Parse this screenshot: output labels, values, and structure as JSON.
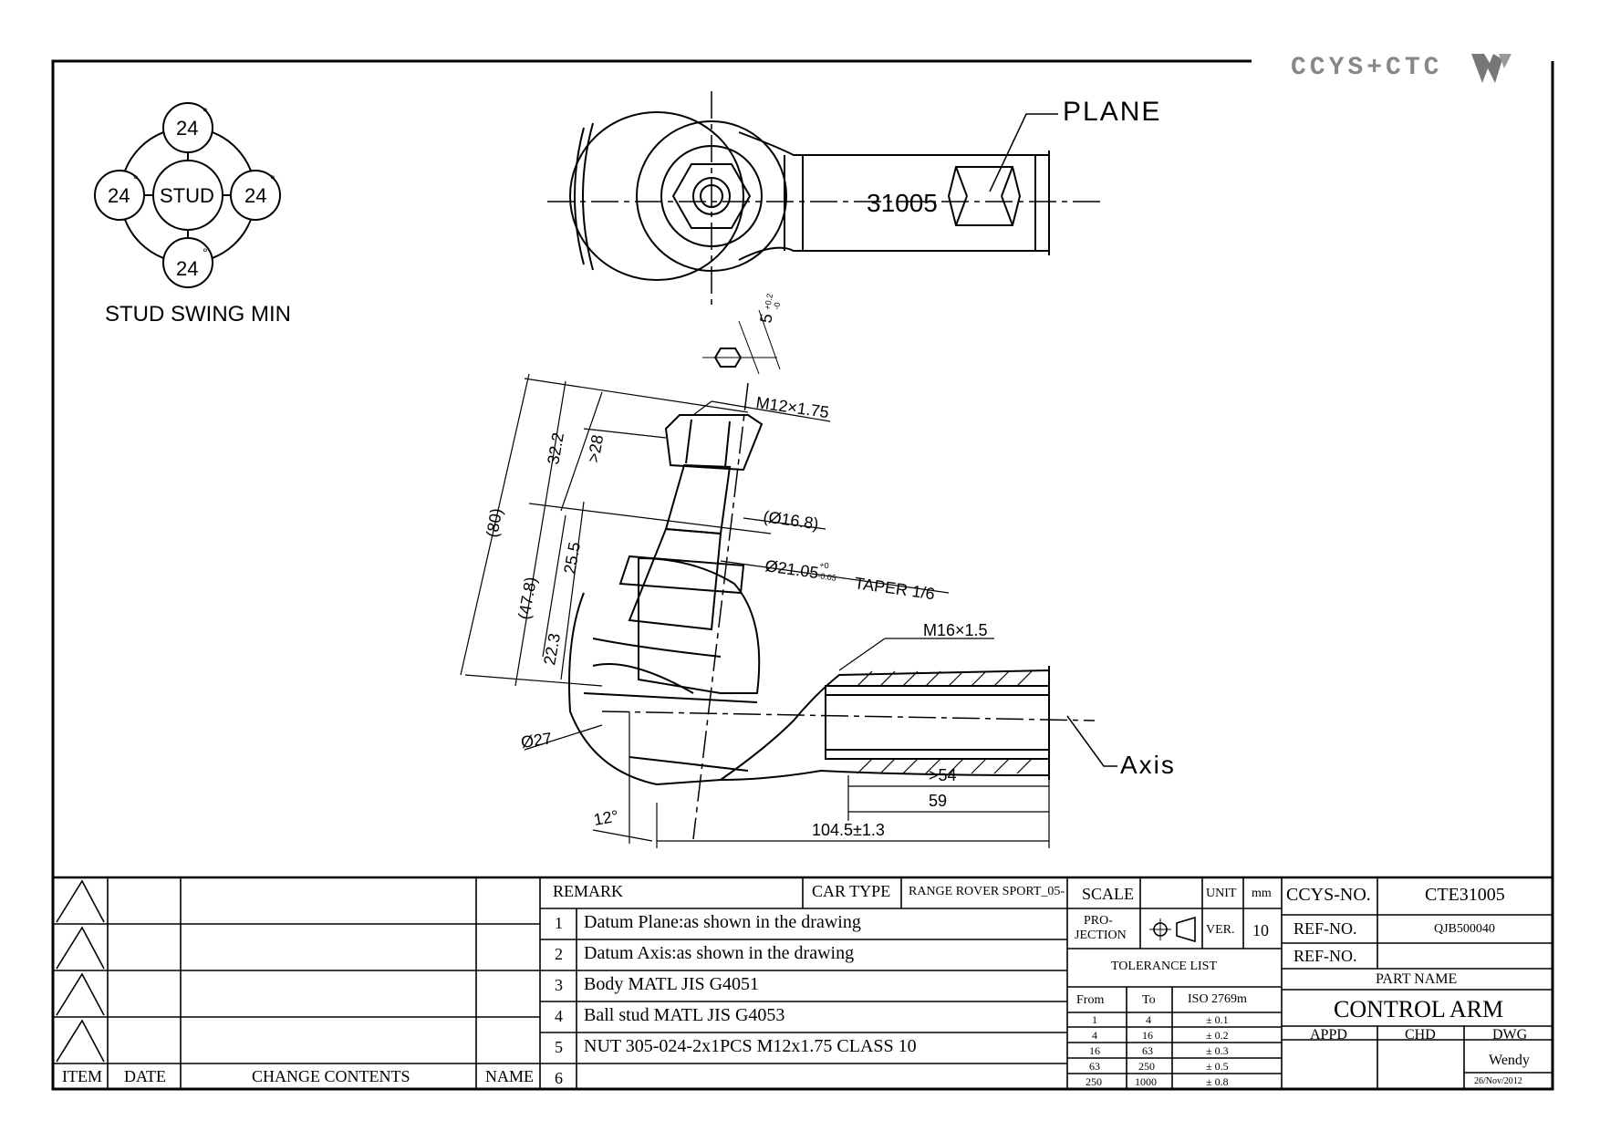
{
  "logo": {
    "text": "CCYS+CTC"
  },
  "swing": {
    "top": "24",
    "left": "24",
    "right": "24",
    "bottom": "24",
    "degree": "°",
    "center": "STUD",
    "caption": "STUD SWING MIN"
  },
  "labels": {
    "plane": "PLANE",
    "part_code": "31005",
    "axis": "Axis",
    "thread_small": "M12×1.75",
    "thread_big": "M16×1.5",
    "dia_16": "(Ø16.8)",
    "taper": "Ø21.05",
    "taper_tol_up": "+0",
    "taper_tol_dn": "-0.05",
    "taper_text": "TAPER 1/6",
    "dia_27": "Ø27",
    "hex": "5",
    "hex_tol_up": "+0.2",
    "hex_tol_dn": "-0",
    "dim_80": "(80)",
    "dim_478": "(47.8)",
    "dim_322": "32.2",
    "dim_28": ">28",
    "dim_255": "25.5",
    "dim_223": "22.3",
    "dim_54": ">54",
    "dim_59": "59",
    "dim_1045": "104.5±1.3",
    "angle_12": "12°"
  },
  "change_table": {
    "headers": {
      "item": "ITEM",
      "date": "DATE",
      "contents": "CHANGE CONTENTS",
      "name": "NAME"
    }
  },
  "remarks": {
    "header": "REMARK",
    "car_type_label": "CAR TYPE",
    "car_type_value": "RANGE ROVER SPORT_05-",
    "rows": [
      {
        "no": "1",
        "text": "Datum Plane:as shown in the drawing"
      },
      {
        "no": "2",
        "text": "Datum Axis:as shown in the drawing"
      },
      {
        "no": "3",
        "text": "Body MATL JIS G4051"
      },
      {
        "no": "4",
        "text": "Ball stud MATL JIS G4053"
      },
      {
        "no": "5",
        "text": "NUT 305-024-2x1PCS M12x1.75 CLASS 10"
      },
      {
        "no": "6",
        "text": ""
      }
    ]
  },
  "spec": {
    "scale_label": "SCALE",
    "scale_value": "",
    "unit_label": "UNIT",
    "unit_value": "mm",
    "projection_label_1": "PRO-",
    "projection_label_2": "JECTION",
    "ver_label": "VER.",
    "ver_value": "10",
    "tolerance_title": "TOLERANCE LIST",
    "tol_headers": {
      "from": "From",
      "to": "To",
      "iso": "ISO 2769m"
    },
    "tolerances": [
      {
        "from": "1",
        "to": "4",
        "tol": "± 0.1"
      },
      {
        "from": "4",
        "to": "16",
        "tol": "± 0.2"
      },
      {
        "from": "16",
        "to": "63",
        "tol": "± 0.3"
      },
      {
        "from": "63",
        "to": "250",
        "tol": "± 0.5"
      },
      {
        "from": "250",
        "to": "1000",
        "tol": "± 0.8"
      }
    ]
  },
  "title_block": {
    "ccys_label": "CCYS-NO.",
    "ccys_value": "CTE31005",
    "ref1_label": "REF-NO.",
    "ref1_value": "QJB500040",
    "ref2_label": "REF-NO.",
    "ref2_value": "",
    "part_name_label": "PART NAME",
    "part_name_value": "CONTROL ARM",
    "appd": "APPD",
    "chd": "CHD",
    "dwg": "DWG",
    "drawer": "Wendy",
    "date": "26/Nov/2012"
  }
}
